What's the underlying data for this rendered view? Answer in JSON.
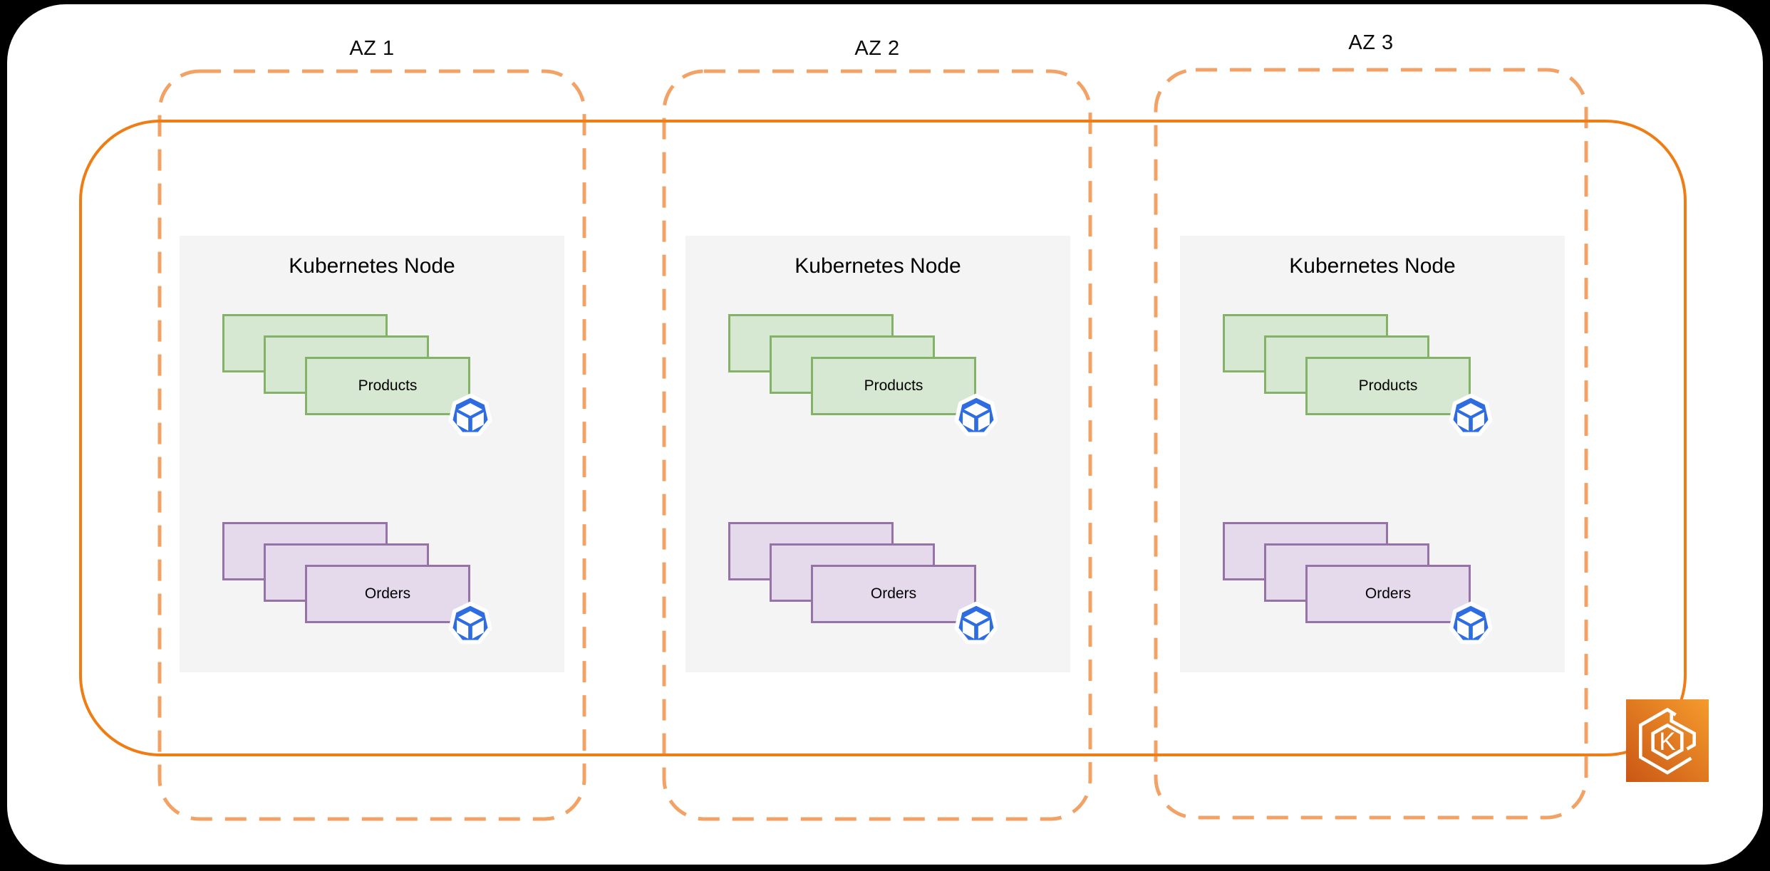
{
  "diagram": {
    "zones": [
      {
        "label": "AZ 1",
        "node": {
          "title": "Kubernetes Node",
          "deployments": [
            {
              "label": "Products",
              "replicas": 3
            },
            {
              "label": "Orders",
              "replicas": 3
            }
          ]
        }
      },
      {
        "label": "AZ 2",
        "node": {
          "title": "Kubernetes Node",
          "deployments": [
            {
              "label": "Products",
              "replicas": 3
            },
            {
              "label": "Orders",
              "replicas": 3
            }
          ]
        }
      },
      {
        "label": "AZ 3",
        "node": {
          "title": "Kubernetes Node",
          "deployments": [
            {
              "label": "Products",
              "replicas": 3
            },
            {
              "label": "Orders",
              "replicas": 3
            }
          ]
        }
      }
    ],
    "cluster_icon": {
      "name": "amazon-eks-icon",
      "letter": "K"
    },
    "pod_icon_name": "kubernetes-pod-icon",
    "colors": {
      "page_background": "#000000",
      "canvas": "#FFFFFF",
      "cluster_border": "#EF7D14",
      "az_border": "#F2A265",
      "node_fill": "#F4F4F4",
      "products_fill": "#D6E8D1",
      "products_border": "#83B268",
      "orders_fill": "#E5DAEB",
      "orders_border": "#9673A6",
      "pod_blue": "#2E6CE2",
      "eks_gradient_start": "#CA5715",
      "eks_gradient_end": "#F59B2D",
      "text": "#000000"
    }
  }
}
